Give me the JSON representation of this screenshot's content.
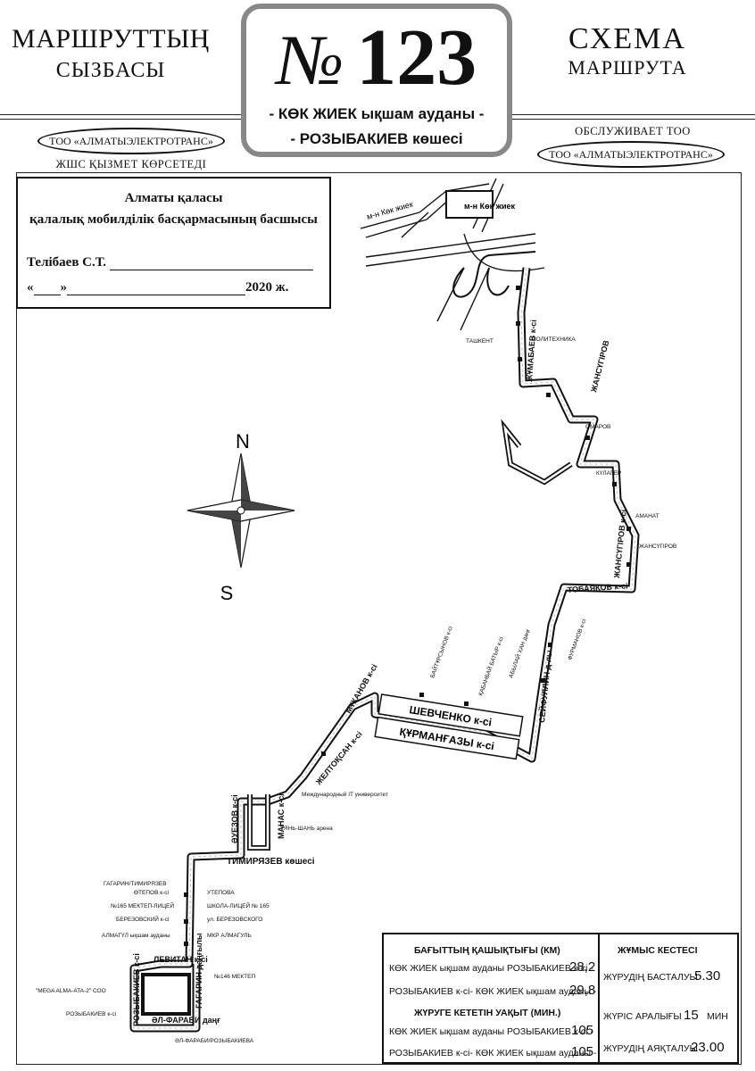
{
  "header": {
    "title_kz_line1": "МАРШРУТТЫҢ",
    "title_kz_line2": "СЫЗБАСЫ",
    "title_ru_line1": "СХЕМА",
    "title_ru_line2": "МАРШРУТА",
    "route_symbol": "№",
    "route_number": "123",
    "route_from": "- КӨК ЖИЕК ықшам ауданы -",
    "route_to": "- РОЗЫБАКИЕВ көшесі",
    "operator_kz_oval": "ТОО «АЛМАТЫЭЛЕКТРОТРАНС»",
    "operator_kz_caption": "ЖШС ҚЫЗМЕТ КӨРСЕТЕДІ",
    "operator_ru_caption": "ОБСЛУЖИВАЕТ ТОО",
    "operator_ru_oval": "ТОО «АЛМАТЫЭЛЕКТРОТРАНС»"
  },
  "approval": {
    "city": "Алматы қаласы",
    "department": "қалалық мобилділік басқармасының басшысы",
    "official": "Телібаев С.Т.",
    "date_open": "«",
    "date_mid": "»",
    "year": "2020 ж."
  },
  "compass": {
    "north": "N",
    "south": "S"
  },
  "map_labels": {
    "mkr_kok_zhiek_left": "м-н Көк жиек",
    "mkr_kok_zhiek_box": "м-н Көк жиек",
    "shevchenko": "ШЕВЧЕНКО к-сі",
    "kurmangazy": "ҚҰРМАНҒАЗЫ к-сі",
    "zheltoksan": "ЖЕЛТОҚСАН к-сі",
    "seifullin": "СЕЙФУЛЛИН д-лы",
    "tobayakov": "ТОБАЯҚОВ к-сі",
    "zhansugurov": "ЖАНСҮГІРОВ к-сі",
    "zhumabaev": "ЖҰМАБАЕВ к-сі",
    "mukhtarov": "ЖАНСҮГІРОВ",
    "mukanov": "МҰҚАНОВ к-сі",
    "timiryazev": "ТИМИРЯЗЕВ көшесі",
    "auezov": "ӘУЕЗОВ к-сі",
    "manas": "МАНАС к-сі",
    "rozybakiev": "РОЗЫБАКИЕВ к-сі",
    "gagarin": "ГАГАРИН даңғылы",
    "levitan": "ЛЕВИТАН к-сі",
    "al_farabi": "ӘЛ-ФАРАБИ даңғ",
    "stop_gagarin_timir": "ГАГАРИН/ТИМИРЯЗЕВ",
    "stop_utepov_kz": "ӨТЕПОВ к-сі",
    "stop_utepov_ru": "УТЕПОВА",
    "stop_lyceum_kz": "№165 МЕКТЕП-ЛИЦЕЙ",
    "stop_lyceum_ru": "ШКОЛА-ЛИЦЕЙ № 165",
    "stop_berezovsky_kz": "БЕРЕЗОВСКИЙ к-сі",
    "stop_berezovsky_ru": "ул. БЕРЕЗОВСКОГО",
    "stop_almagul_kz": "АЛМАГҮЛ ықшам ауданы",
    "stop_almagul_ru": "МКР АЛМАГУЛЬ",
    "stop_mega": "\"MEGA ALMA-ATA-2\" СОО",
    "stop_rozybakiev_stop": "РОЗЫБАКИЕВ к-сі",
    "stop_school146": "№146 МЕКТЕП",
    "stop_farabi_roz": "ӘЛ-ФАРАБИ/РОЗЫБАКИЕВА",
    "stop_tien_shan": "ТЯНЬ-ШАНЬ арена",
    "stop_intl_it": "Международный IT университет",
    "stop_baitursynov": "БАЙТҰРСЫНОВ к-сі",
    "stop_kabanbai": "ҚАБАНБАЙ БАТЫР к-сі",
    "stop_abylai": "АБЫЛАЙ ХАН даңғ",
    "stop_furmanov": "ФУРМАНОВ к-сі",
    "stop_omarov": "ОМАРОВ",
    "stop_kulager": "КҮЛАГЕР",
    "stop_amanat": "АМАНАТ",
    "stop_tashkentskaya": "ТАШКЕНТ",
    "stop_politech": "ПОЛИТЕХНИКА",
    "stop_dzhansugur": "ЖАНСҮГІРОВ"
  },
  "info": {
    "distance_title": "БАҒЫТТЫҢ ҚАШЫҚТЫҒЫ (КМ)",
    "dir1": "КӨК ЖИЕК ықшам ауданы РОЗЫБАКИЕВ к-сі -",
    "dir1_km": "28,2",
    "dir2": "РОЗЫБАКИЕВ к-сі- КӨК ЖИЕК ықшам ауданы -",
    "dir2_km": "29,8",
    "time_title": "ЖҮРУГЕ КЕТЕТІН УАҚЫТ (МИН.)",
    "dir1b": "КӨК ЖИЕК ықшам ауданы РОЗЫБАКИЕВ к-сі -",
    "dir1_min": "105",
    "dir2b": "РОЗЫБАКИЕВ к-сі- КӨК ЖИЕК ықшам ауданы -",
    "dir2_min": "105",
    "schedule_title": "ЖҰМЫС КЕСТЕСІ",
    "start_label": "ЖҮРУДІҢ БАСТАЛУЫ",
    "start_value": "5.30",
    "interval_label": "ЖҮРІС АРАЛЫҒЫ",
    "interval_value": "15",
    "interval_unit": "мин",
    "end_label": "ЖҮРУДІҢ АЯҚТАЛУЫ",
    "end_value": "23.00"
  }
}
